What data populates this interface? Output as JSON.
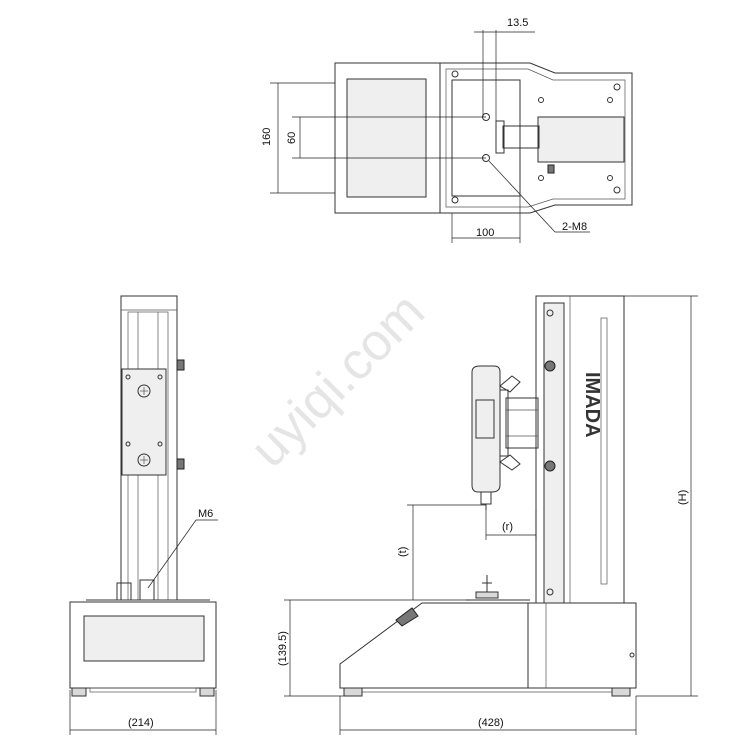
{
  "watermark": "uyiqi.com",
  "top_view": {
    "dim_top": "13.5",
    "dim_outer_height": "160",
    "dim_inner_height": "60",
    "dim_width": "100",
    "hole_label": "2-M8"
  },
  "front_view": {
    "m6_label": "M6",
    "width_label": "(214)"
  },
  "side_view": {
    "stroke_label": "(t)",
    "reach_label": "(r)",
    "height_label": "(H)",
    "base_height_label": "(139.5)",
    "depth_label": "(428)",
    "brand_text": "IMADA"
  }
}
